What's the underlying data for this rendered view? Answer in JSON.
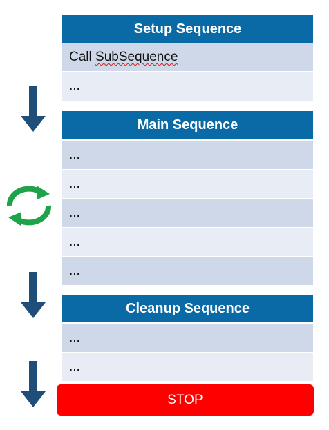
{
  "setup": {
    "title": "Setup Sequence",
    "rows": [
      "Call ",
      "SubSequence",
      "..."
    ]
  },
  "main": {
    "title": "Main Sequence",
    "rows": [
      "...",
      "...",
      "...",
      "...",
      "..."
    ]
  },
  "cleanup": {
    "title": "Cleanup Sequence",
    "rows": [
      "...",
      "..."
    ]
  },
  "stop": {
    "label": "STOP"
  },
  "icons": {
    "flow_arrow": "arrow-down-icon",
    "loop": "refresh-cycle-icon"
  },
  "colors": {
    "header": "#0a6aa6",
    "row_dark": "#cfd8e9",
    "row_light": "#e8ecf5",
    "arrow": "#1f4e79",
    "loop": "#1fa34a",
    "stop": "#ff0000"
  }
}
